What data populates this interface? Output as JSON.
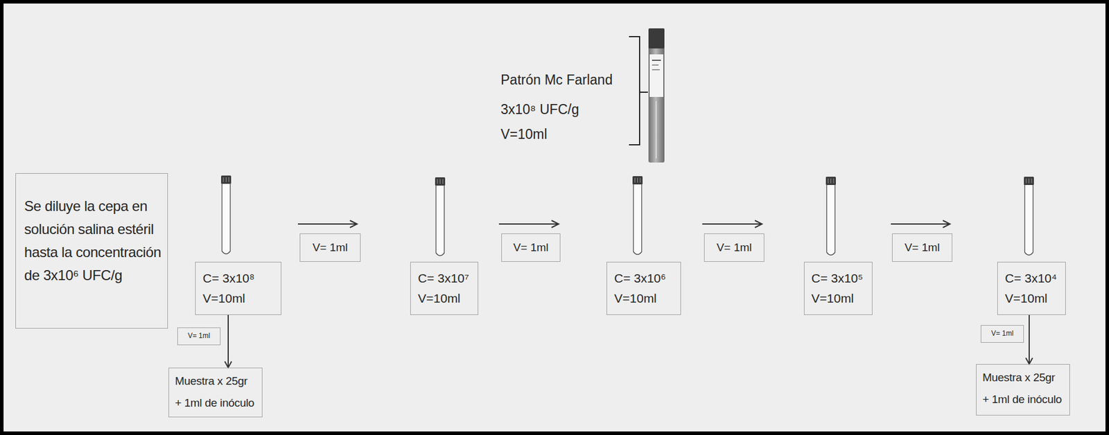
{
  "diagram": {
    "nodes": [
      {
        "text": [
          "Se diluye la cepa en solución salina estéril hasta la concentración de 3x10⁶ UFC/g"
        ]
      },
      {
        "text": [
          "C= 3x10⁸",
          "V=10ml"
        ]
      },
      {
        "text": [
          "V= 1ml"
        ]
      },
      {
        "text": [
          "Muestra x 25gr",
          "+ 1ml de inóculo"
        ]
      },
      {
        "text": [
          "V= 1ml"
        ]
      },
      {
        "text": [
          "C= 3x10⁷",
          "V=10ml"
        ]
      },
      {
        "text": [
          "V= 1ml"
        ]
      },
      {
        "text": [
          "C= 3x10⁶",
          "V=10ml"
        ]
      },
      {
        "text": [
          "V= 1ml"
        ]
      },
      {
        "text": [
          "C= 3x10⁵",
          "V=10ml"
        ]
      },
      {
        "text": [
          "V= 1ml"
        ]
      },
      {
        "text": [
          "C= 3x10⁴",
          "V=10ml"
        ]
      },
      {
        "text": [
          "V= 1ml"
        ]
      },
      {
        "text": [
          "Muestra x 25gr",
          "+ 1ml de inóculo"
        ]
      }
    ],
    "edges": [
      {
        "from": 1,
        "to": 3,
        "arrow": "to"
      },
      {
        "from": 11,
        "to": 13,
        "arrow": "to"
      }
    ],
    "labels": [
      "Patrón Mc Farland",
      "3x10⁸ UFC/g",
      "V=10ml"
    ]
  }
}
